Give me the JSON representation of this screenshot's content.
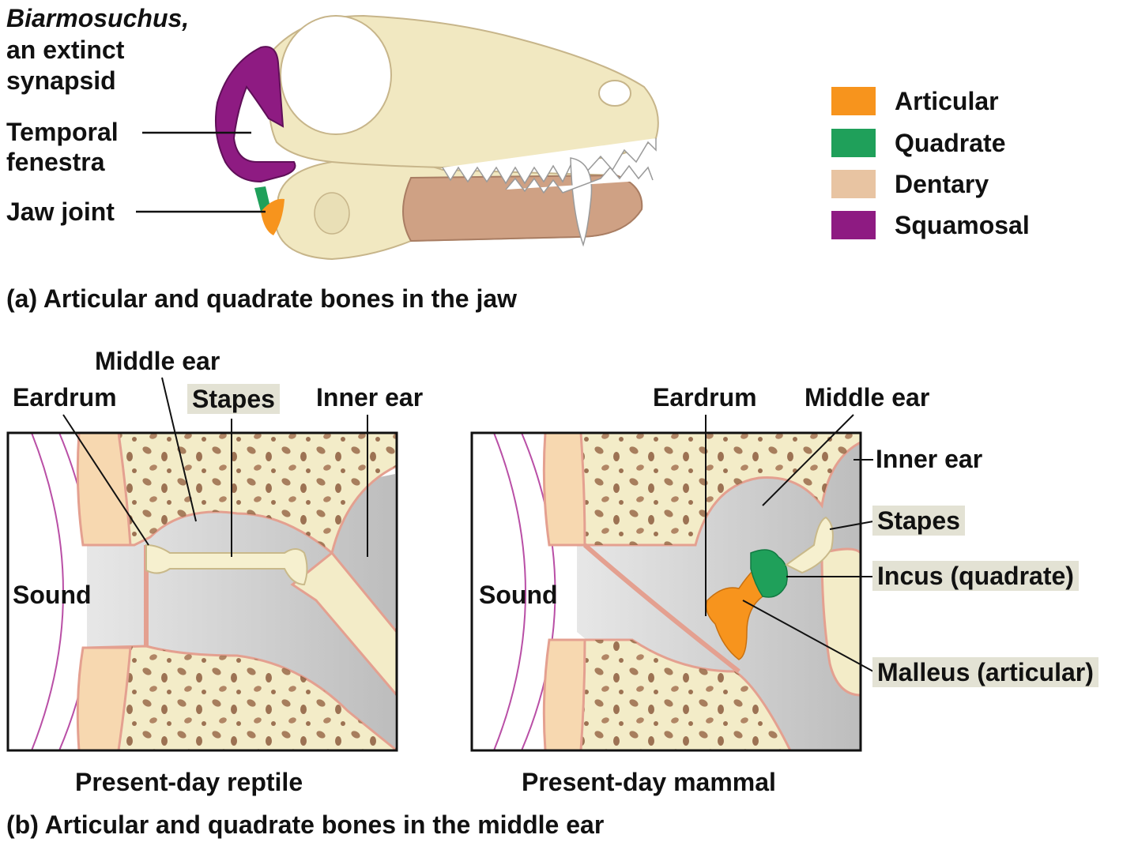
{
  "part_a": {
    "species": "Biarmosuchus,",
    "species_desc_1": "an extinct",
    "species_desc_2": "synapsid",
    "label_temporal_1": "Temporal",
    "label_temporal_2": "fenestra",
    "label_jaw_joint": "Jaw joint",
    "caption": "(a) Articular and quadrate bones in the jaw"
  },
  "legend": [
    {
      "label": "Articular",
      "color": "#f7941d"
    },
    {
      "label": "Quadrate",
      "color": "#1fa05a"
    },
    {
      "label": "Dentary",
      "color": "#e8c4a2"
    },
    {
      "label": "Squamosal",
      "color": "#8e1b82"
    }
  ],
  "part_b": {
    "reptile": {
      "middle_ear": "Middle ear",
      "eardrum": "Eardrum",
      "stapes": "Stapes",
      "inner_ear": "Inner ear",
      "sound": "Sound",
      "caption": "Present-day reptile"
    },
    "mammal": {
      "eardrum": "Eardrum",
      "middle_ear": "Middle ear",
      "inner_ear": "Inner ear",
      "stapes": "Stapes",
      "incus": "Incus (quadrate)",
      "malleus": "Malleus (articular)",
      "sound": "Sound",
      "caption": "Present-day mammal"
    },
    "caption": "(b) Articular and quadrate bones in the middle ear"
  },
  "colors": {
    "bone": "#f3ecc8",
    "bone_outline": "#c9b98a",
    "cavity": "#c9c9c9",
    "pink": "#e9a99a",
    "skin": "#f7d8b0"
  }
}
